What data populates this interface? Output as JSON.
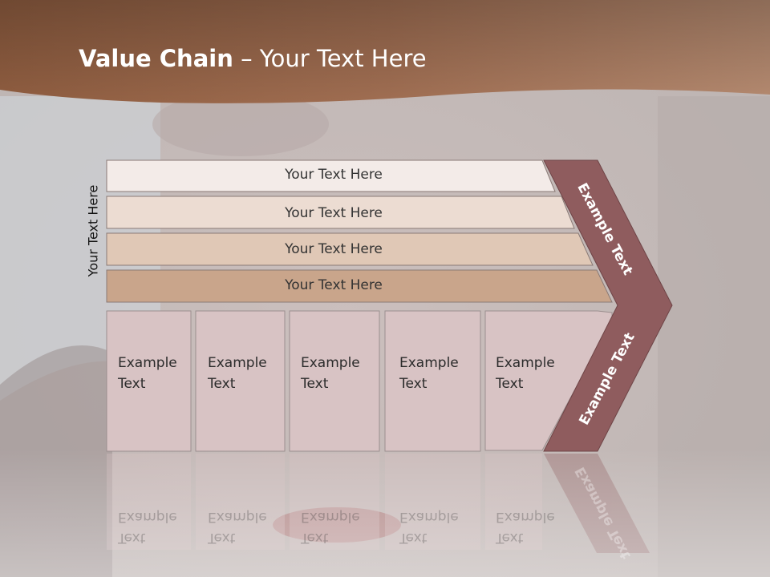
{
  "title": {
    "bold": "Value Chain",
    "rest": " – Your Text Here"
  },
  "side_label": "Your Text Here",
  "bars": [
    {
      "label": "Your Text Here"
    },
    {
      "label": "Your Text Here"
    },
    {
      "label": "Your Text Here"
    },
    {
      "label": "Your Text Here"
    }
  ],
  "boxes": [
    {
      "line1": "Example",
      "line2": "Text"
    },
    {
      "line1": "Example",
      "line2": "Text"
    },
    {
      "line1": "Example",
      "line2": "Text"
    },
    {
      "line1": "Example",
      "line2": "Text"
    },
    {
      "line1": "Example",
      "line2": "Text"
    }
  ],
  "chevron": {
    "top_label": "Example Text",
    "bottom_label": "Example Text"
  },
  "colors": {
    "header": "#8a5a40",
    "bar1": "#f3ebe8",
    "bar2": "#ecdcd2",
    "bar3": "#e0c8b6",
    "bar4": "#c9a58b",
    "box": "#d8c3c4",
    "chevron": "#8f5c5e"
  }
}
